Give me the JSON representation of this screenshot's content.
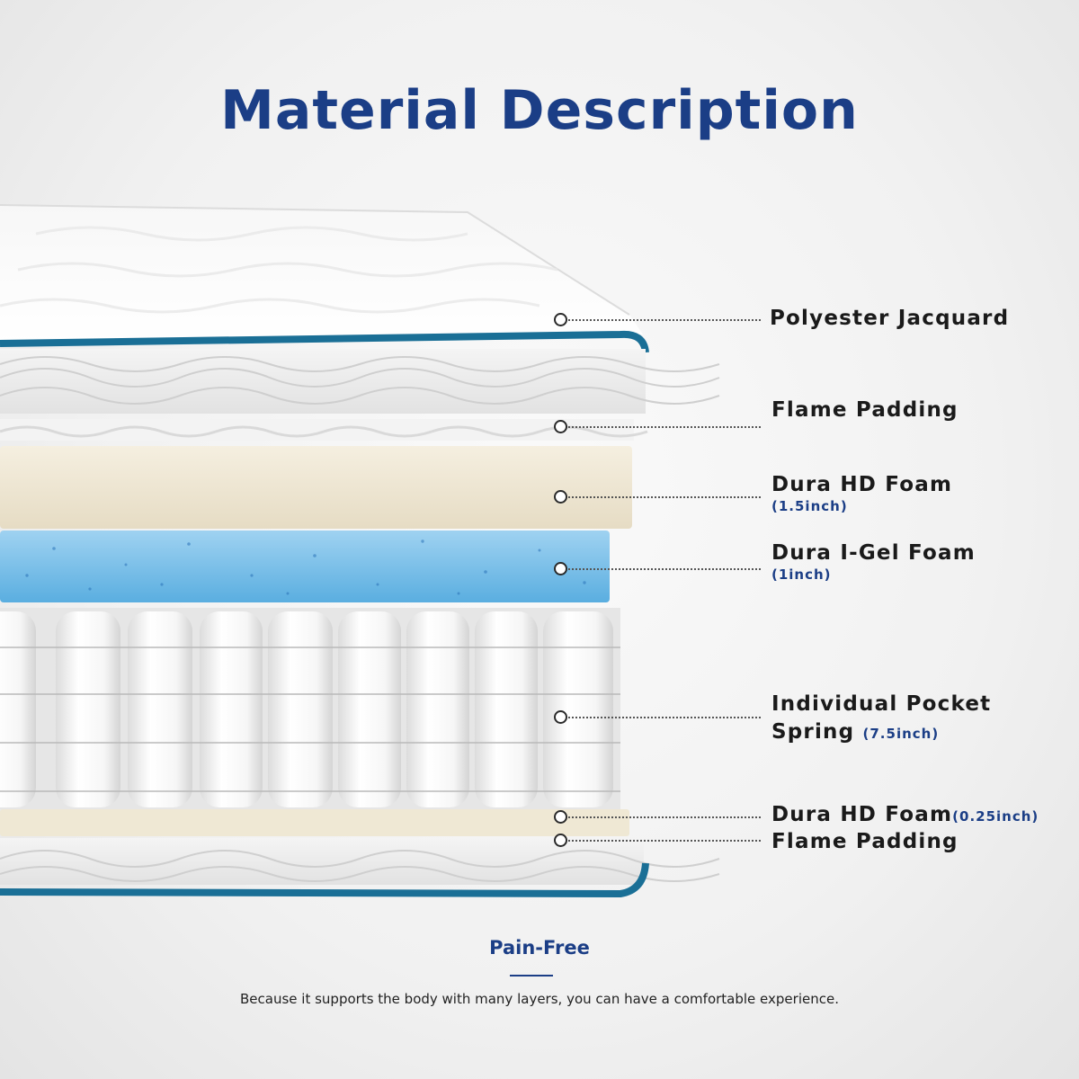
{
  "title": "Material Description",
  "layers": [
    {
      "name": "Polyester Jacquard",
      "detail": ""
    },
    {
      "name": "Flame Padding",
      "detail": ""
    },
    {
      "name": "Dura HD Foam",
      "detail": "(1.5inch)"
    },
    {
      "name": "Dura I-Gel Foam",
      "detail": "(1inch)"
    },
    {
      "name_line1": "Individual Pocket",
      "name_line2": "Spring",
      "detail": "(7.5inch)"
    },
    {
      "name": "Dura HD Foam",
      "detail": "(0.25inch)"
    },
    {
      "name": "Flame Padding",
      "detail": ""
    }
  ],
  "footer": {
    "heading": "Pain-Free",
    "text": "Because it supports the body with many layers, you can have a comfortable experience."
  },
  "colors": {
    "title": "#1b3e86",
    "piping": "#1a6f96",
    "comfort_foam": "#efe8d6",
    "gel_foam": "#78bde6"
  }
}
